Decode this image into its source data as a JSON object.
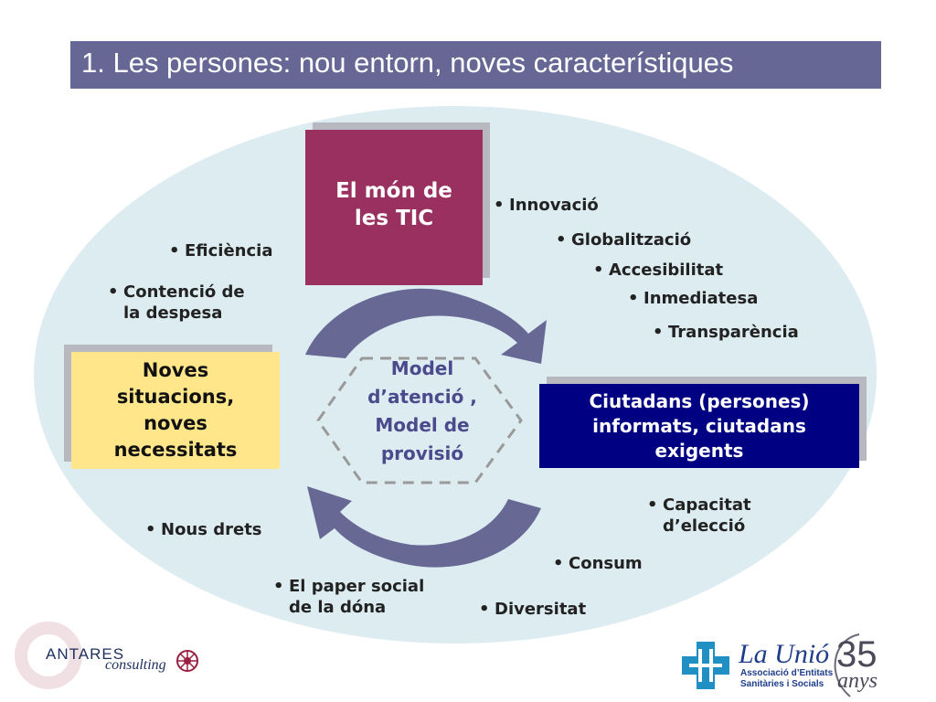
{
  "title": "1. Les persones: nou entorn, noves característiques",
  "boxes": {
    "tic": "El món de les  TIC",
    "noves": "Noves situacions, noves necessitats",
    "ciutadans": "Ciutadans (persones) informats, ciutadans exigents",
    "model": "Model d’atenció , Model de provisió"
  },
  "bullets": {
    "innovacio": "Innovació",
    "globalitzacio": "Globalització",
    "accesibilitat": "Accesibilitat",
    "inmediatesa": "Inmediatesa",
    "transparencia": "Transparència",
    "eficiencia": "Eficiència",
    "contencio_1": "Contenció de",
    "contencio_2": "la despesa",
    "capacitat_1": "Capacitat",
    "capacitat_2": "d’elecció",
    "consum": "Consum",
    "nous_drets": "Nous drets",
    "paper_1": "El paper social",
    "paper_2": "de la dóna",
    "diversitat": "Diversitat"
  },
  "logos": {
    "antares": "ANTARES",
    "consulting": "consulting",
    "lunio": "La Unió",
    "assoc_1": "Associació d’Entitats",
    "assoc_2": "Sanitàries i Socials",
    "years": "35",
    "anys": "anys"
  },
  "colors": {
    "title_bar": "#676796",
    "ellipse": "#dcecf0",
    "tic_box": "#993060",
    "noves_box": "#ffe68a",
    "ciutadans_box": "#000082",
    "arrows": "#686894"
  }
}
